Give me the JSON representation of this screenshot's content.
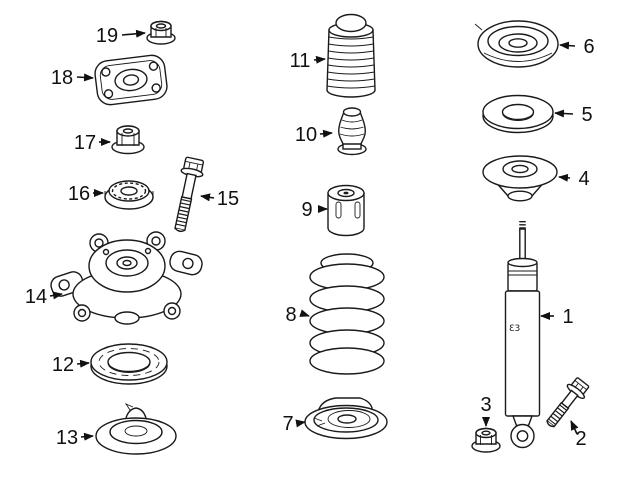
{
  "diagram": {
    "background_color": "#ffffff",
    "line_color": "#1a1a1a",
    "label_color": "#111111",
    "shock_marking": "Ɛ3",
    "callouts": [
      {
        "num": "1",
        "part": "shock-absorber"
      },
      {
        "num": "2",
        "part": "shock-mount-bolt"
      },
      {
        "num": "3",
        "part": "flange-nut-small"
      },
      {
        "num": "4",
        "part": "spring-seat-cone"
      },
      {
        "num": "5",
        "part": "spring-seat-washer"
      },
      {
        "num": "6",
        "part": "upper-mount-cup"
      },
      {
        "num": "7",
        "part": "lower-spring-seat"
      },
      {
        "num": "8",
        "part": "coil-spring"
      },
      {
        "num": "9",
        "part": "inner-bushing"
      },
      {
        "num": "10",
        "part": "bump-stop"
      },
      {
        "num": "11",
        "part": "dust-boot"
      },
      {
        "num": "12",
        "part": "upper-spring-seat"
      },
      {
        "num": "13",
        "part": "spring-seat-cap"
      },
      {
        "num": "14",
        "part": "strut-mount-assembly"
      },
      {
        "num": "15",
        "part": "mount-bolt"
      },
      {
        "num": "16",
        "part": "strut-bearing"
      },
      {
        "num": "17",
        "part": "flange-lock-nut"
      },
      {
        "num": "18",
        "part": "upper-mount-plate"
      },
      {
        "num": "19",
        "part": "cap-nut"
      }
    ]
  }
}
